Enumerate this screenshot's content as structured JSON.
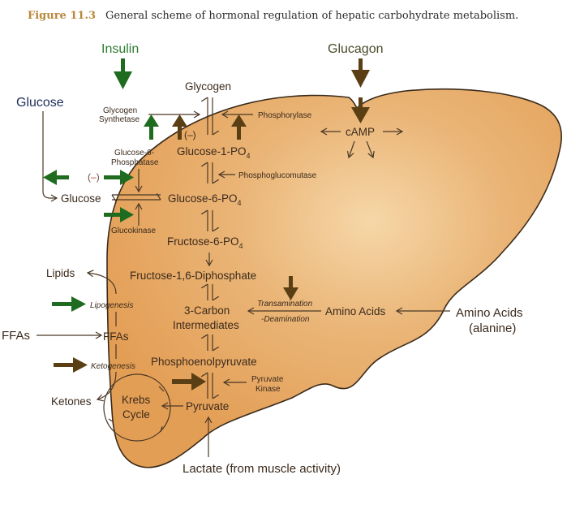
{
  "caption": {
    "figure_label": "Figure 11.3",
    "text": "General scheme of hormonal regulation of hepatic carbohydrate metabolism."
  },
  "colors": {
    "liver_fill": "#e8a55f",
    "liver_outline": "#3a2a1a",
    "insulin_arrow": "#1f6b1f",
    "glucagon_arrow": "#5a3f14",
    "inhibit_sign": "#c0392b",
    "glucose_label": "#1e2e5c",
    "insulin_label": "#2e7d32",
    "glucagon_label": "#4a4a2a"
  },
  "hormones": {
    "insulin": "Insulin",
    "glucagon": "Glucagon"
  },
  "external": {
    "glucose": "Glucose",
    "ffas": "FFAs",
    "amino_acids": "Amino Acids",
    "alanine": "(alanine)",
    "lactate": "Lactate (from muscle activity)"
  },
  "metabolites": {
    "glycogen": "Glycogen",
    "glucose_1_po4": "Glucose-1-PO",
    "glucose_6_po4": "Glucose-6-PO",
    "fructose_6_po4": "Fructose-6-PO",
    "subscript_4": "4",
    "fructose_16": "Fructose-1,6-Diphosphate",
    "three_carbon_1": "3-Carbon",
    "three_carbon_2": "Intermediates",
    "pep": "Phosphoenolpyruvate",
    "pyruvate": "Pyruvate",
    "glucose_in": "Glucose",
    "camp": "cAMP",
    "amino_acids_in": "Amino Acids",
    "lipids": "Lipids",
    "ffas_in": "FFAs",
    "ketones": "Ketones",
    "krebs_1": "Krebs",
    "krebs_2": "Cycle"
  },
  "enzymes": {
    "glycogen_synthetase_1": "Glycogen",
    "glycogen_synthetase_2": "Synthetase",
    "phosphorylase": "Phosphorylase",
    "g6pase_1": "Glucose-6-",
    "g6pase_2": "Phosphatase",
    "phosphoglucomutase": "Phosphoglucomutase",
    "glucokinase": "Glucokinase",
    "transamination": "Transamination",
    "deamination": "-Deamination",
    "lipogenesis": "Lipogenesis",
    "ketogenesis": "Ketogenesis",
    "pyruvate_kinase_1": "Pyruvate",
    "pyruvate_kinase_2": "Kinase"
  },
  "signs": {
    "inhibit": "(–)"
  }
}
